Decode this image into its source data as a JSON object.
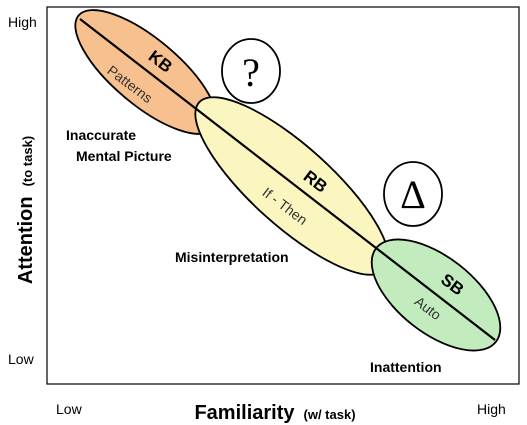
{
  "axes": {
    "y_high": "High",
    "y_low": "Low",
    "y_title": "Attention",
    "y_note": "(to task)",
    "x_low": "Low",
    "x_high": "High",
    "x_title": "Familiarity",
    "x_note": "(w/ task)"
  },
  "zones": [
    {
      "code": "KB",
      "subtitle": "Patterns",
      "color": "#f7c08f"
    },
    {
      "code": "RB",
      "subtitle": "If - Then",
      "color": "#fbf6c0"
    },
    {
      "code": "SB",
      "subtitle": "Auto",
      "color": "#c2ecbd"
    }
  ],
  "badges": [
    {
      "symbol": "?"
    },
    {
      "symbol": "Δ"
    }
  ],
  "error_labels": {
    "inaccurate_line1": "Inaccurate",
    "inaccurate_line2": "Mental Picture",
    "misinterpretation": "Misinterpretation",
    "inattention": "Inattention"
  }
}
